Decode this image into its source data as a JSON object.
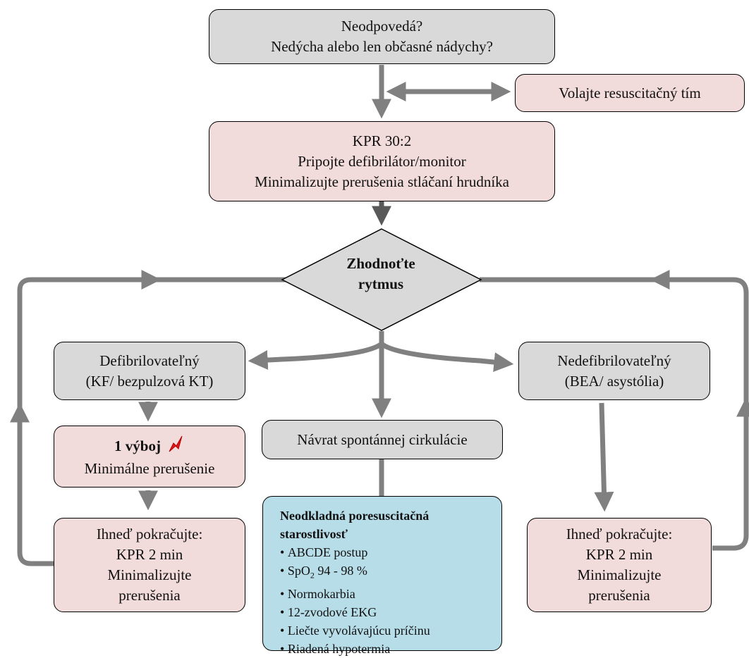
{
  "nodes": {
    "start": {
      "line1": "Neodpovedá?",
      "line2": "Nedýcha alebo len občasné nádychy?"
    },
    "call_team": {
      "text": "Volajte resuscitačný tím"
    },
    "cpr": {
      "line1": "KPR 30:2",
      "line2": "Pripojte defibrilátor/monitor",
      "line3": "Minimalizujte prerušenia stláčaní hrudníka"
    },
    "assess": {
      "line1": "Zhodnoťte",
      "line2": "rytmus"
    },
    "shockable": {
      "line1": "Defibrilovateľný",
      "line2": "(KF/ bezpulzová KT)"
    },
    "nonshockable": {
      "line1": "Nedefibrilovateľný",
      "line2": "(BEA/ asystólia)"
    },
    "rosc": {
      "text": "Návrat spontánnej cirkulácie"
    },
    "shock": {
      "line1": "1 výboj",
      "line2": "Minimálne prerušenie"
    },
    "resume_left": {
      "line1": "Ihneď pokračujte:",
      "line2": "KPR 2 min",
      "line3": "Minimalizujte",
      "line4": "prerušenia"
    },
    "resume_right": {
      "line1": "Ihneď pokračujte:",
      "line2": "KPR 2 min",
      "line3": "Minimalizujte",
      "line4": "prerušenia"
    },
    "post_care": {
      "title_line1": "Neodkladná poresuscitačná",
      "title_line2": "starostlivosť",
      "item1": "ABCDE postup",
      "item2_prefix": "SpO",
      "item2_sub": "2",
      "item2_suffix": " 94 - 98 %",
      "item3": "Normokarbia",
      "item4": "12-zvodové EKG",
      "item5": "Liečte vyvolávajúcu príčinu",
      "item6": "Riadená hypotermia"
    }
  },
  "colors": {
    "gray_box": "#d9d9d9",
    "pink_box": "#f2dcdb",
    "blue_box": "#b7dde8",
    "arrow": "#808080",
    "shock_icon": "#e8171c"
  },
  "icons": {
    "shock": "lightning-bolt-icon"
  }
}
